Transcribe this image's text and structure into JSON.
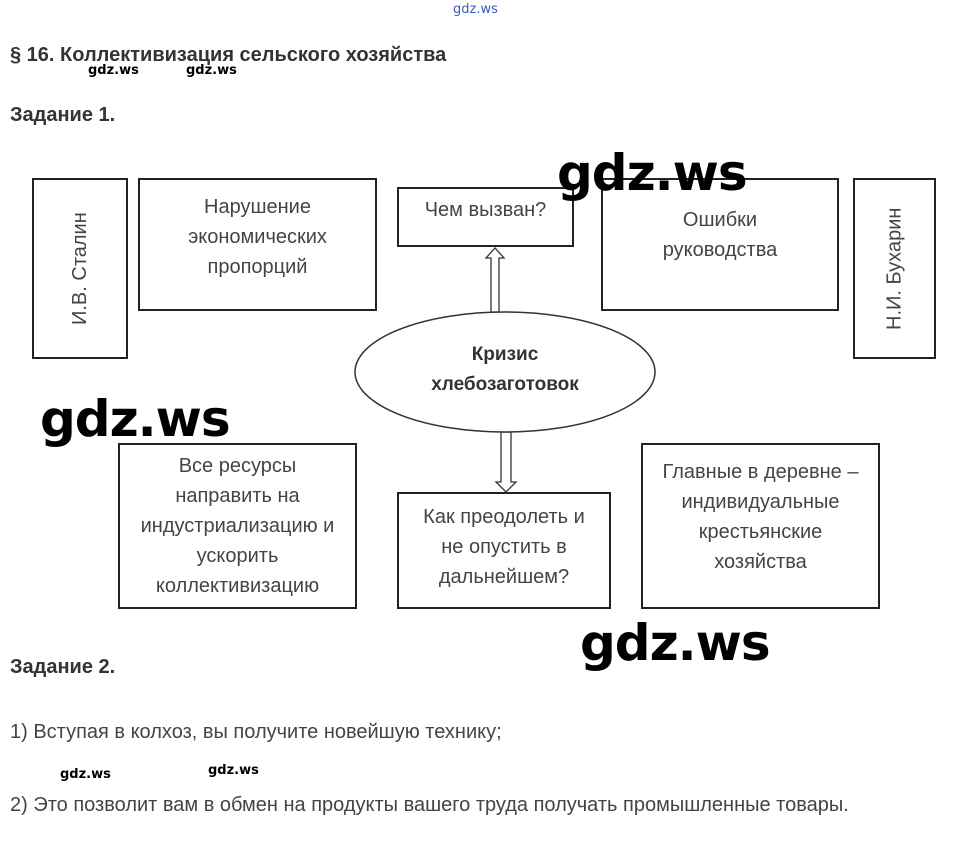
{
  "watermark": "gdz.ws",
  "title": "§ 16. Коллективизация сельского хозяйства",
  "task1": "Задание 1.",
  "diagram": {
    "left_vertical": "И.В. Сталин",
    "right_vertical": "Н.И. Бухарин",
    "cause_left": "Нарушение экономических пропорций",
    "question_top": "Чем вызван?",
    "cause_right": "Ошибки руководства",
    "center": "Кризис хлебозаготовок",
    "solution_left": "Все ресурсы направить на индустриализацию и ускорить коллективизацию",
    "question_bottom": "Как преодолеть и не опустить в дальнейшем?",
    "solution_right": "Главные в деревне – индивидуальные крестьянские хозяйства"
  },
  "task2": "Задание 2.",
  "answers": [
    "1) Вступая в колхоз, вы получите новейшую технику;",
    "2) Это позволит вам в обмен на продукты вашего труда получать промышленные товары."
  ]
}
